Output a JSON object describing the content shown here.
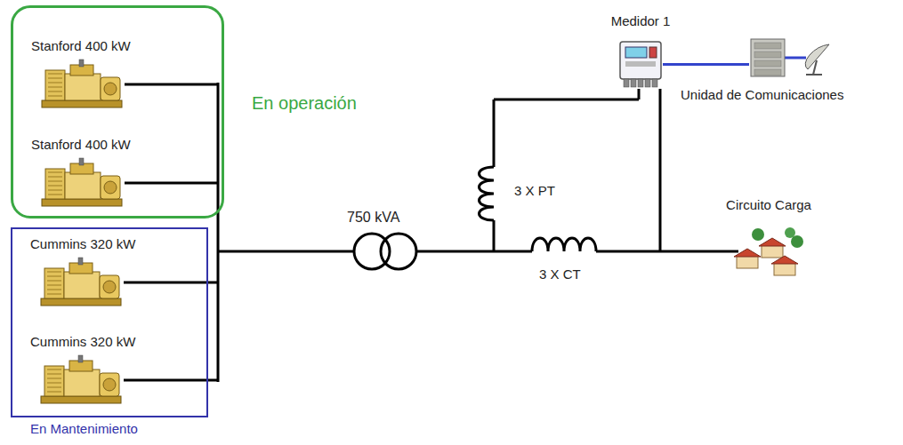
{
  "diagram": {
    "nodes": [
      {
        "text": [
          "En operación"
        ]
      },
      {
        "text": [
          "Stanford 400 kW"
        ],
        "in": 0
      },
      {
        "text": [
          "Stanford 400 kW"
        ],
        "in": 0
      },
      {
        "text": [
          "En Mantenimiento"
        ]
      },
      {
        "text": [
          "Cummins 320 kW"
        ],
        "in": 3
      },
      {
        "text": [
          "Cummins 320 kW"
        ],
        "in": 3
      },
      {
        "text": [
          "Medidor 1"
        ]
      },
      {
        "text": [
          "Unidad de Comunicaciones"
        ]
      },
      {
        "text": [
          "Circuito Carga"
        ]
      }
    ],
    "edges": [
      {
        "from": 6,
        "to": 7,
        "arrow": "none"
      }
    ],
    "labels": [
      "750 kVA",
      "3 X PT",
      "3 X CT"
    ]
  }
}
